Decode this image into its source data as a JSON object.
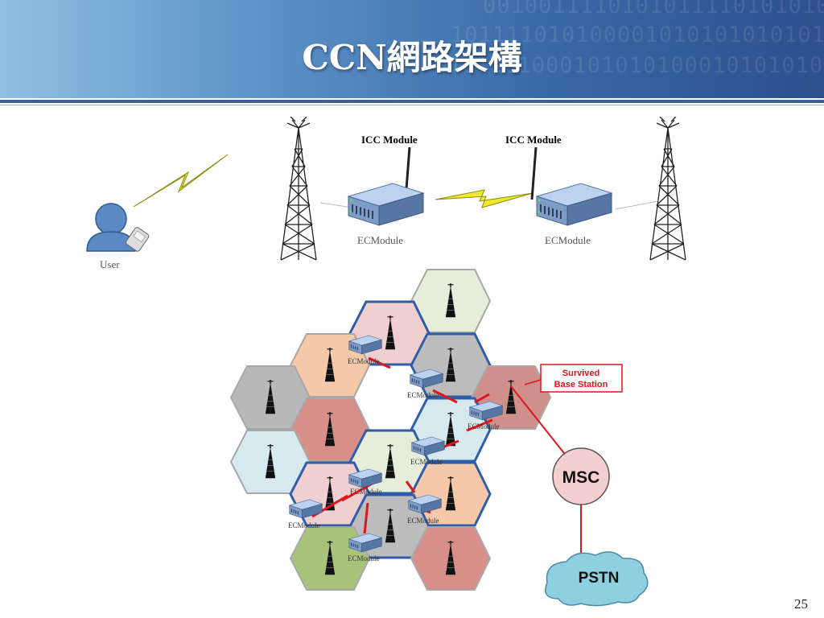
{
  "title": "CCN網路架構",
  "labels": {
    "user": "User",
    "icc_module_1": "ICC Module",
    "icc_module_2": "ICC Module",
    "ecmodule_1": "ECModule",
    "ecmodule_2": "ECModule",
    "cell_module": "ECModule",
    "survived_line1": "Survived",
    "survived_line2": "Base Station",
    "msc": "MSC",
    "pstn": "PSTN"
  },
  "page_number": "25",
  "colors": {
    "header_start": "#8fc0e4",
    "header_end": "#2d4f8e",
    "cluster_border": "#2f5da8",
    "link_red": "#e0161d",
    "lightning": "#f0ea2a",
    "msc_fill": "#f4cfcf",
    "pstn_fill": "#8fd0e0"
  }
}
